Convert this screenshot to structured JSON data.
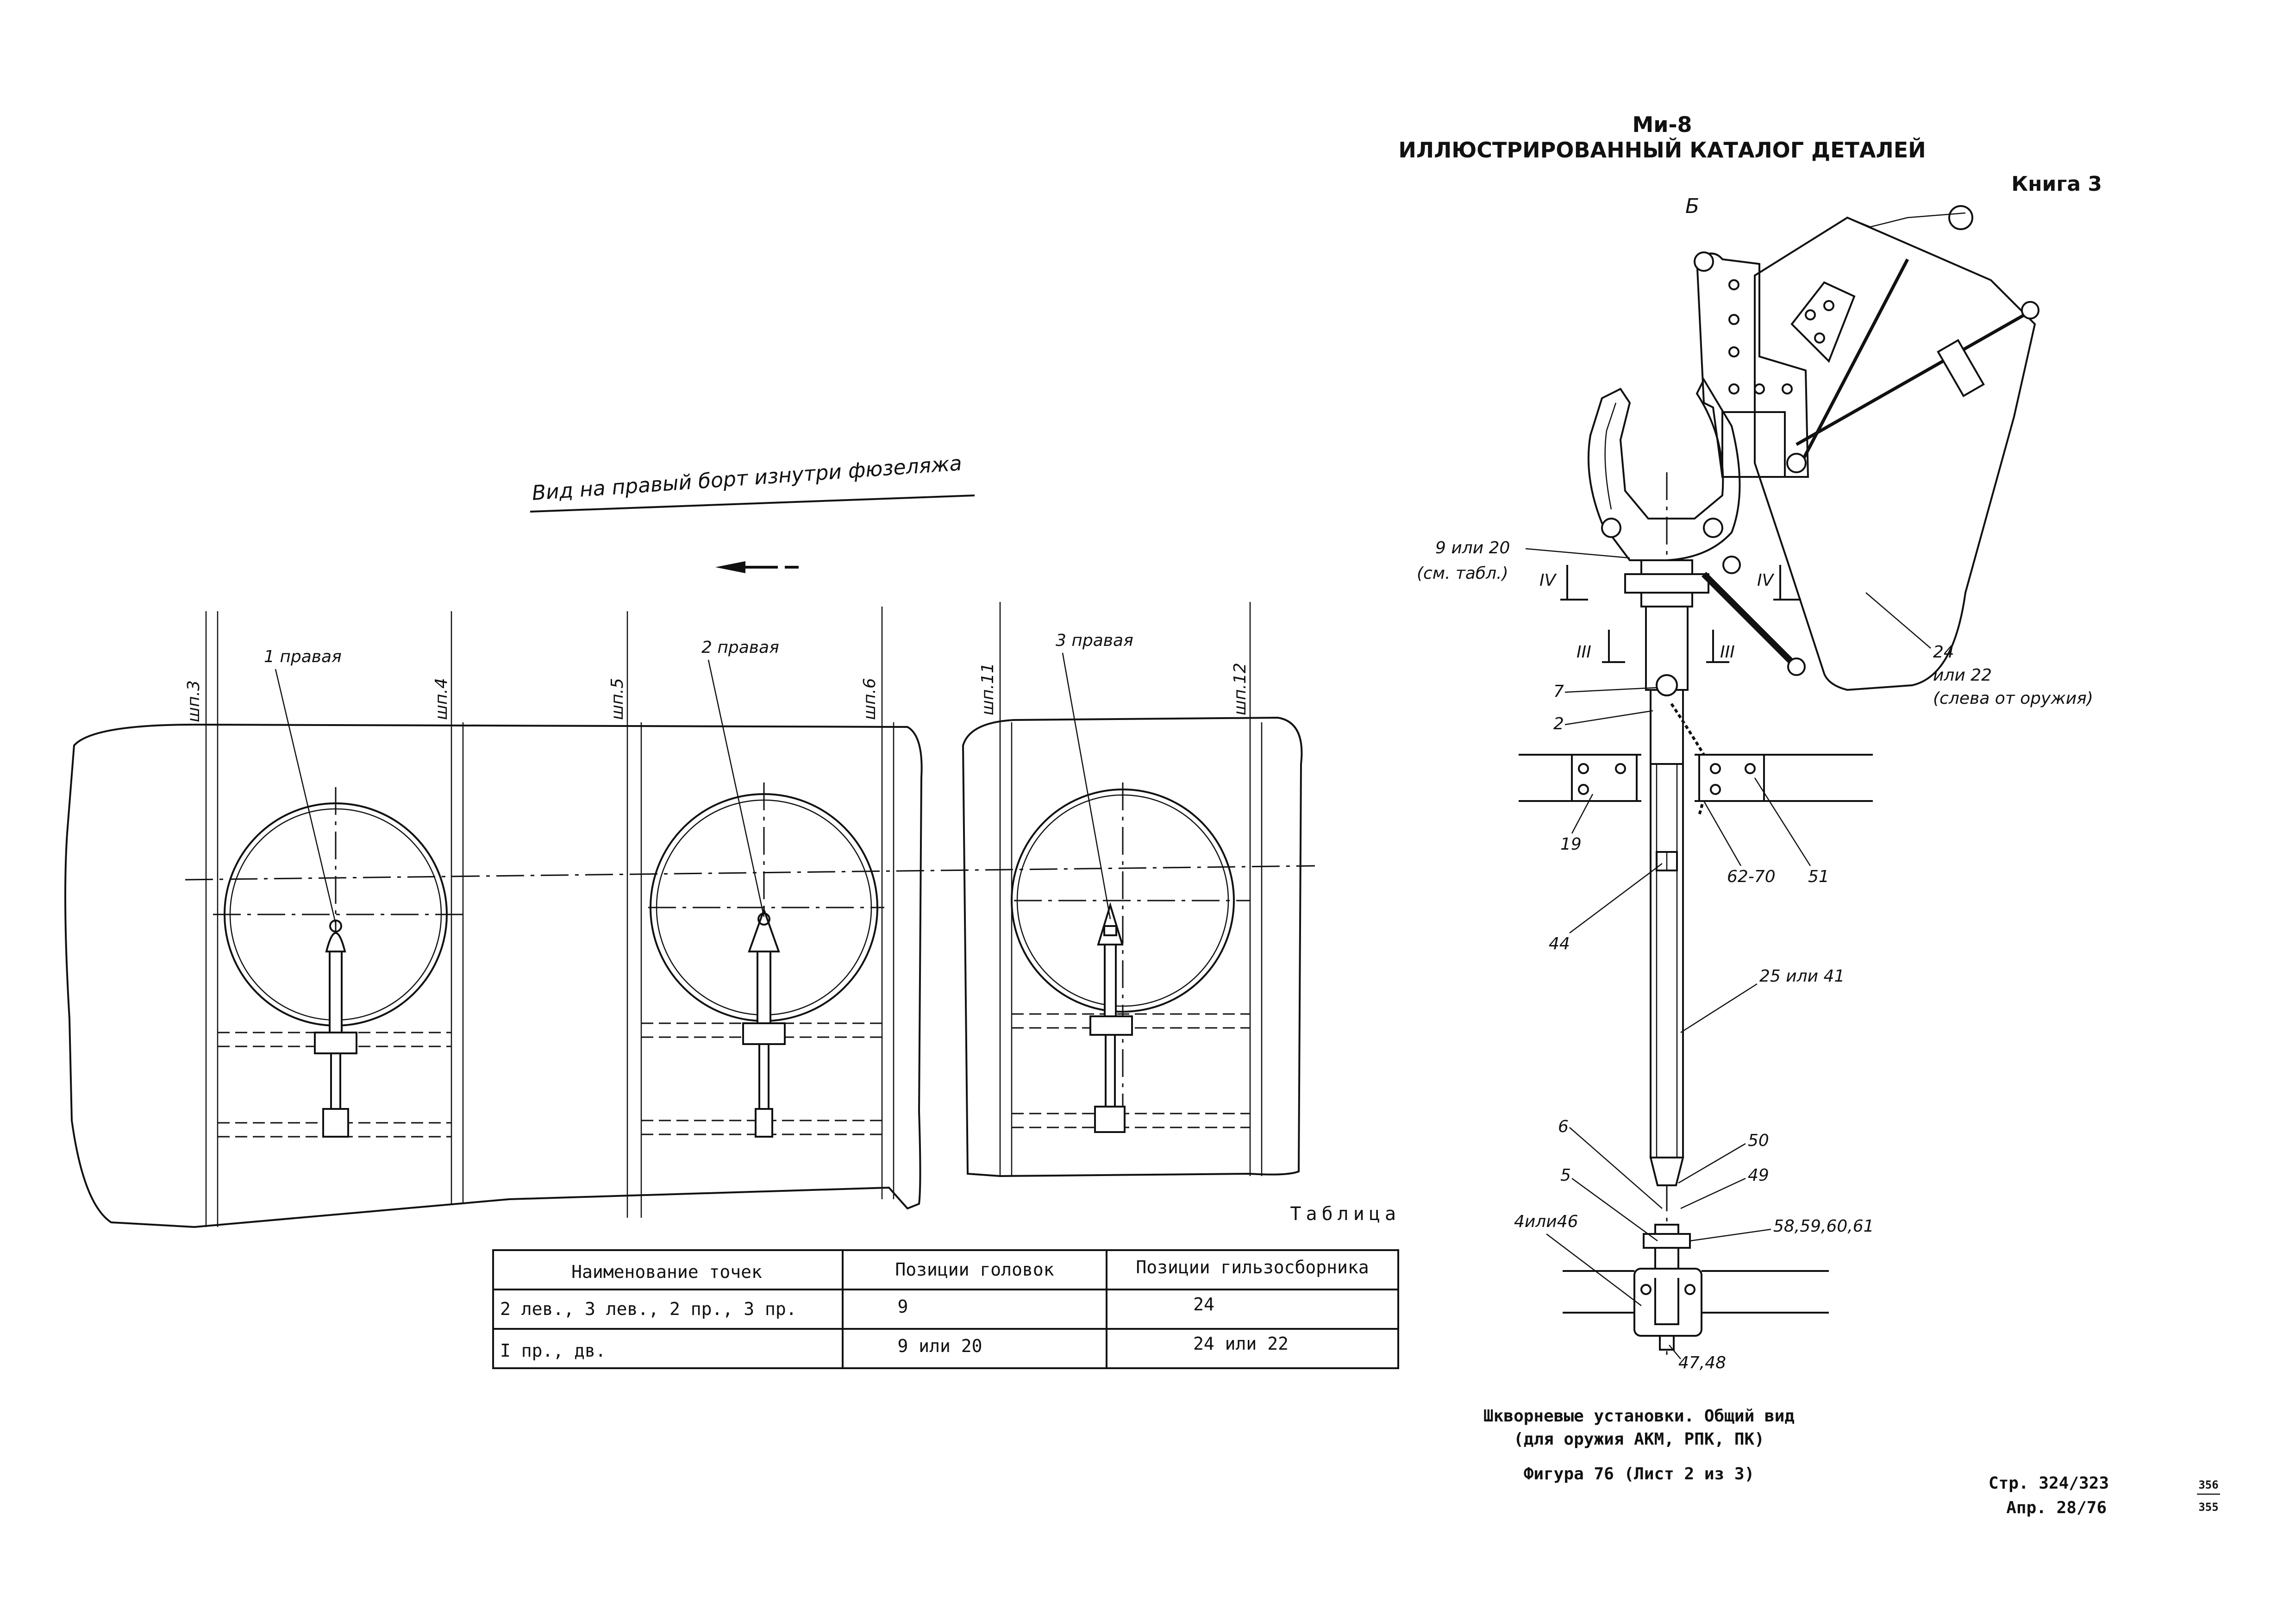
{
  "header": {
    "model": "Ми-8",
    "catalog": "ИЛЛЮСТРИРОВАННЫЙ КАТАЛОГ ДЕТАЛЕЙ",
    "book": "Книга 3"
  },
  "left_view": {
    "title": "Вид на правый борт изнутри фюзеляжа",
    "frames": [
      "шп.3",
      "шп.4",
      "шп.5",
      "шп.6",
      "шп.11",
      "шп.12"
    ],
    "points": [
      "1 правая",
      "2 правая",
      "3 правая"
    ]
  },
  "right_view": {
    "view_letter": "Б",
    "section_marks": [
      "IV",
      "IV",
      "III",
      "III"
    ],
    "callouts": {
      "c9or20": "9 или 20",
      "c9or20_note": "(см. табл.)",
      "c24": "24",
      "c24_alt": "или 22",
      "c24_note": "(слева от оружия)",
      "c7": "7",
      "c2": "2",
      "c19": "19",
      "c62": "62-70",
      "c51": "51",
      "c44": "44",
      "c25": "25 или 41",
      "c6": "6",
      "c50": "50",
      "c49": "49",
      "c5": "5",
      "c4": "4или46",
      "c58": "58,59,60,61",
      "c47": "47,48"
    }
  },
  "table": {
    "caption": "Таблица",
    "headers": [
      "Наименование точек",
      "Позиции головок",
      "Позиции гильзосборника"
    ],
    "rows": [
      [
        "2 лев., 3 лев., 2 пр., 3 пр.",
        "9",
        "24"
      ],
      [
        "I пр., дв.",
        "9 или 20",
        "24 или 22"
      ]
    ]
  },
  "figure": {
    "caption_line1": "Шкворневые установки. Общий вид",
    "caption_line2": "(для оружия АКМ, РПК, ПК)",
    "number": "Фигура 76 (Лист 2 из 3)"
  },
  "footer": {
    "page": "Стр. 324/323",
    "date": "Апр. 28/76",
    "sheet_top": "356",
    "sheet_bottom": "355"
  }
}
